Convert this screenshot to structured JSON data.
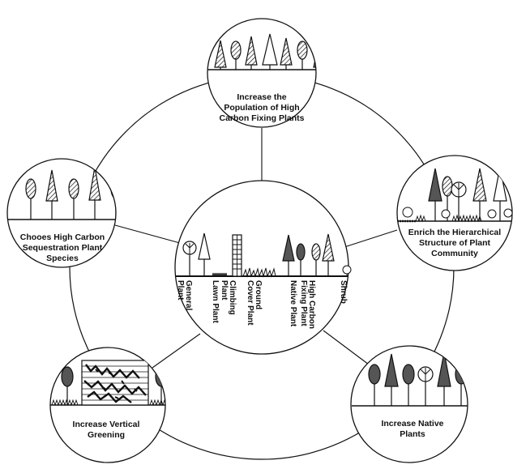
{
  "center": {
    "legend": [
      {
        "id": "general",
        "lines": [
          "General",
          "Plant"
        ]
      },
      {
        "id": "lawn",
        "lines": [
          "Lawn Plant"
        ]
      },
      {
        "id": "climbing",
        "lines": [
          "Climbing",
          "Plant"
        ]
      },
      {
        "id": "ground",
        "lines": [
          "Ground",
          "Cover Plant"
        ]
      },
      {
        "id": "native",
        "lines": [
          "Native Plant"
        ]
      },
      {
        "id": "highcarbon",
        "lines": [
          "High Carbon",
          "Fixing Plant"
        ]
      },
      {
        "id": "shrub",
        "lines": [
          "Shrub"
        ]
      }
    ]
  },
  "nodes": {
    "top": {
      "lines": [
        "Increase the",
        "Population of High",
        "Carbon Fixing Plants"
      ]
    },
    "left": {
      "lines": [
        "Chooes High Carbon",
        "Sequestration Plant",
        "Species"
      ]
    },
    "right": {
      "lines": [
        "Enrich the Hierarchical",
        "Structure of Plant",
        "Community"
      ]
    },
    "bottom_left": {
      "lines": [
        "Increase Vertical",
        "Greening"
      ]
    },
    "bottom_right": {
      "lines": [
        "Increase Native",
        "Plants"
      ]
    }
  },
  "colors": {
    "stroke": "#111111",
    "native_fill": "#555555",
    "background": "#ffffff"
  }
}
